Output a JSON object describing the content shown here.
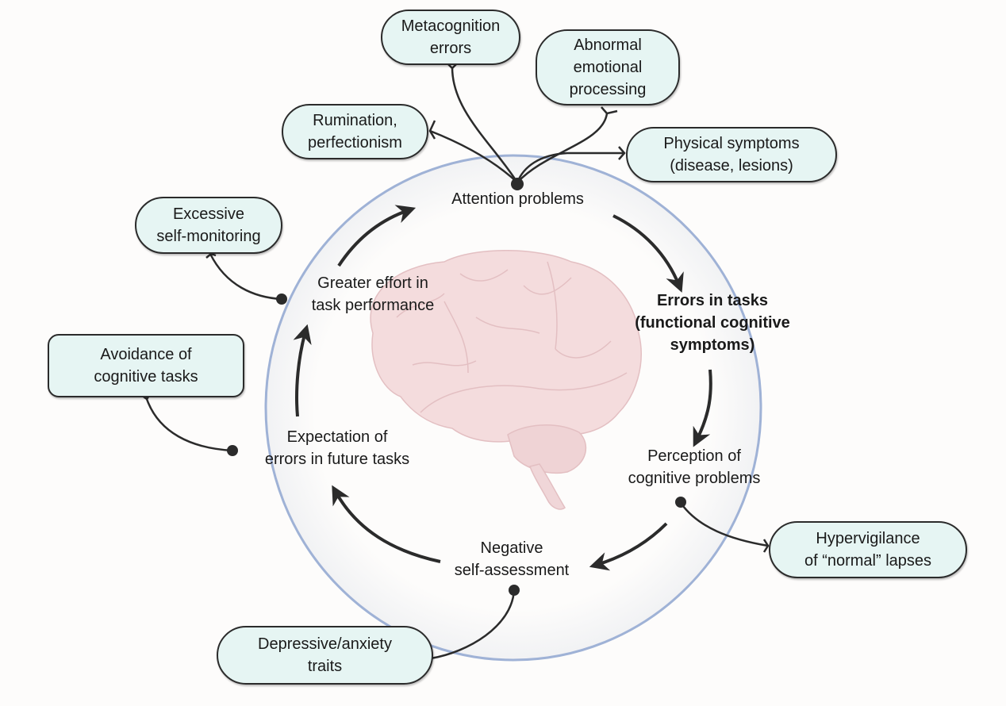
{
  "diagram": {
    "colors": {
      "box_fill": "#e6f5f3",
      "box_border": "#2b2b2b",
      "circle": "#9fb2d6",
      "arrow": "#2b2b2b",
      "brain": "#f3dadb"
    },
    "cycle_steps": [
      {
        "id": "attention",
        "text": "Attention problems",
        "bold": false
      },
      {
        "id": "errors",
        "text": "Errors in tasks\n(functional cognitive\nsymptoms)",
        "bold": true
      },
      {
        "id": "perception",
        "text": "Perception of\ncognitive problems",
        "bold": false
      },
      {
        "id": "negative",
        "text": "Negative\nself-assessment",
        "bold": false
      },
      {
        "id": "expectation",
        "text": "Expectation of\nerrors in future tasks",
        "bold": false
      },
      {
        "id": "effort",
        "text": "Greater effort in\ntask performance",
        "bold": false
      }
    ],
    "factors": [
      {
        "id": "metacognition",
        "text": "Metacognition\nerrors",
        "links_to": "attention"
      },
      {
        "id": "abnormal-emotional",
        "text": "Abnormal\nemotional\nprocessing",
        "links_to": "attention"
      },
      {
        "id": "rumination",
        "text": "Rumination,\nperfectionism",
        "links_to": "attention"
      },
      {
        "id": "physical",
        "text": "Physical symptoms\n(disease, lesions)",
        "links_to": "attention"
      },
      {
        "id": "self-monitoring",
        "text": "Excessive\nself-monitoring",
        "links_to": "effort"
      },
      {
        "id": "avoidance",
        "text": "Avoidance of\ncognitive tasks",
        "links_to": "expectation"
      },
      {
        "id": "hypervigilance",
        "text": "Hypervigilance\nof “normal” lapses",
        "links_to": "perception"
      },
      {
        "id": "depressive",
        "text": "Depressive/anxiety\ntraits",
        "links_to": "negative"
      }
    ]
  }
}
